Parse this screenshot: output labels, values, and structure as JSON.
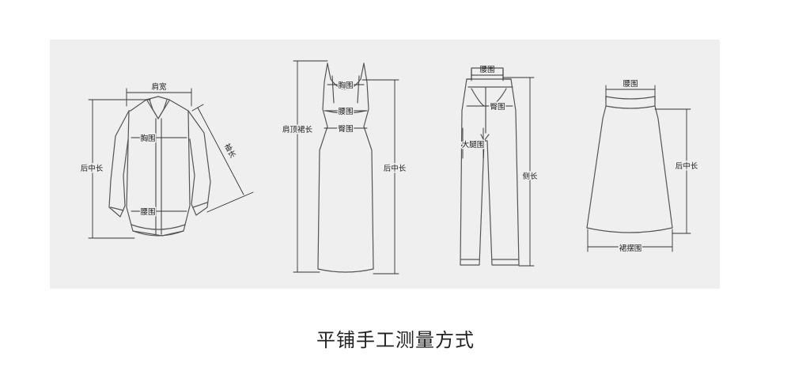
{
  "garments": {
    "shirt": {
      "shoulder_width": "肩宽",
      "back_length": "后中长",
      "chest": "胸围",
      "waist": "腰围",
      "sleeve_length": "袖长"
    },
    "dress": {
      "chest": "胸围",
      "waist": "腰围",
      "hip": "臀围",
      "shoulder_to_hem": "肩顶裙长",
      "back_length": "后中长"
    },
    "pants": {
      "waist": "腰围",
      "hip": "臀围",
      "thigh": "大腿围",
      "side_length": "侧长"
    },
    "skirt": {
      "waist": "腰围",
      "back_length": "后中长",
      "hem": "裙摆围"
    }
  },
  "caption": "平铺手工测量方式"
}
